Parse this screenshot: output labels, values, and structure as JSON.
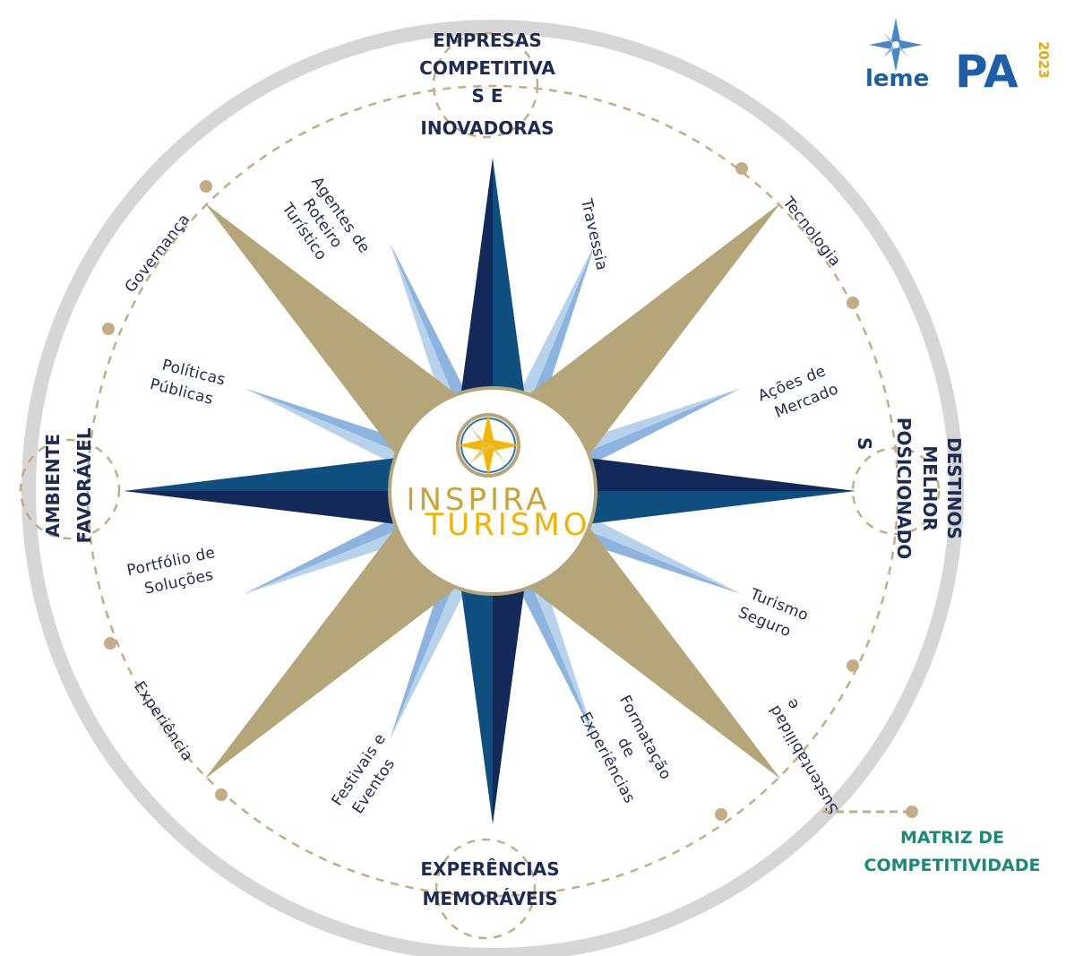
{
  "pillars": {
    "top": [
      "EMPRESAS",
      "COMPETITIVA",
      "S E",
      "INOVADORAS"
    ],
    "right": [
      "DESTINOS",
      "MELHOR",
      "POSICIONADO",
      "S"
    ],
    "bottom": [
      "EXPERÊNCIAS",
      "MEMORÁVEIS"
    ],
    "left": [
      "AMBIENTE",
      "FAVORÁVEL"
    ]
  },
  "labels": {
    "governanca": "Governança",
    "agentes": [
      "Agentes de",
      "Roteiro",
      "Turístico"
    ],
    "travessia": "Travessia",
    "tecnologia": "Tecnologia",
    "politicas": [
      "Políticas",
      "Públicas"
    ],
    "acoes": [
      "Ações de",
      "Mercado"
    ],
    "portfolio": [
      "Portfólio de",
      "Soluções"
    ],
    "turismo_seguro": [
      "Turismo",
      "Seguro"
    ],
    "experiencia": "Experiência",
    "festivais": [
      "Festivais e",
      "Eventos"
    ],
    "formatacao": [
      "Formatação",
      "de",
      "Experiências"
    ],
    "sustentabilidade": [
      "Sustentabilidad",
      "e"
    ]
  },
  "center": {
    "line1": "INSPIRA",
    "line2": "TURISMO"
  },
  "legend": [
    "MATRIZ DE",
    "COMPETITIVIDADE"
  ],
  "logo": {
    "leme": "leme",
    "pa": "PA",
    "year": "2023"
  },
  "colors": {
    "navy": "#13295a",
    "blue": "#0e4f80",
    "gold": "#b5a67a",
    "lightblue": "#b7d3ec",
    "midblue": "#8db4df",
    "ring": "#d6d6d6",
    "dash": "#c2ad84",
    "teal": "#1a8a78"
  }
}
